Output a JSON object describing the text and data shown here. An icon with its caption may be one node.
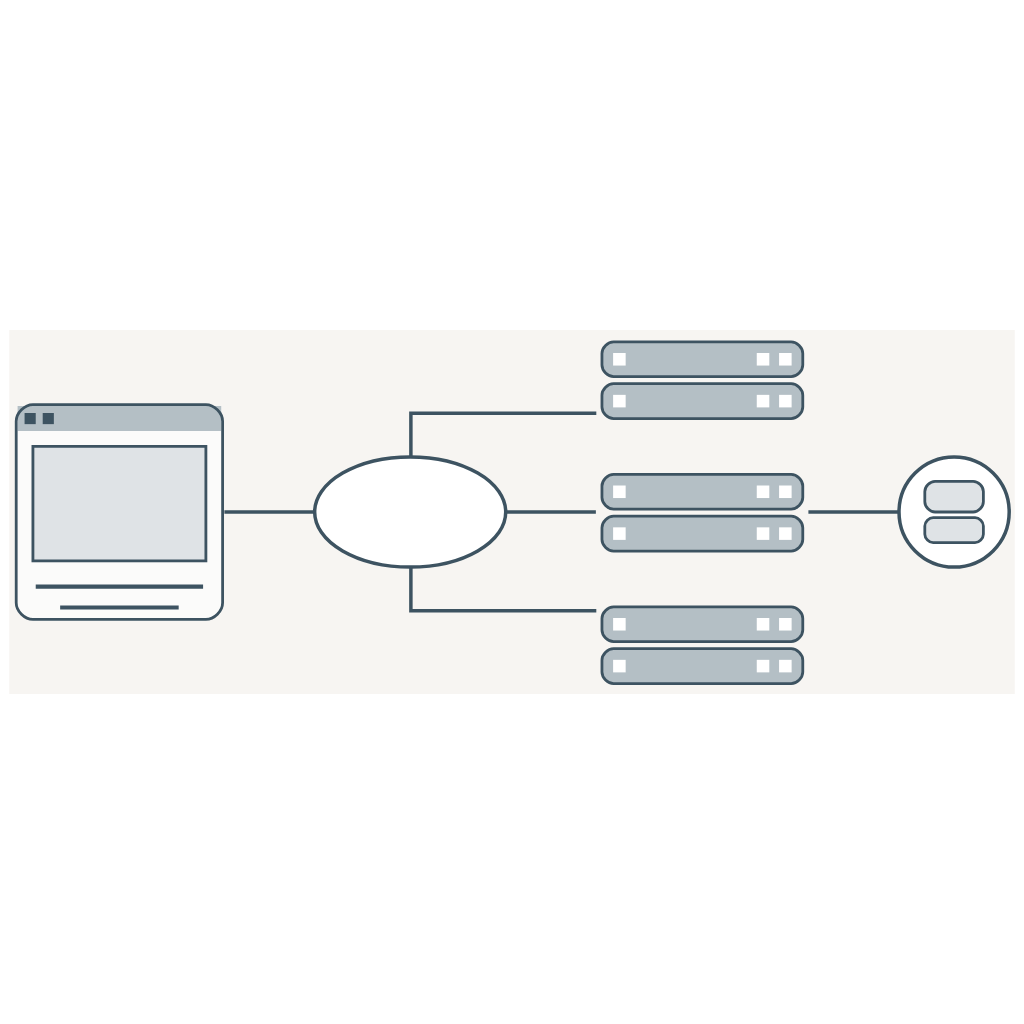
{
  "diagram": {
    "nodes": [
      {
        "text": [],
        "shape": "picture"
      },
      {
        "text": [],
        "shape": "cloud"
      },
      {
        "text": [],
        "shape": "picture"
      },
      {
        "text": [],
        "shape": "picture"
      },
      {
        "text": [],
        "shape": "picture"
      },
      {
        "text": [],
        "shape": "person"
      }
    ],
    "edges": [
      {
        "from": 0,
        "to": 1,
        "arrow": "none"
      },
      {
        "from": 1,
        "to": 2,
        "arrow": "none"
      },
      {
        "from": 1,
        "to": 3,
        "arrow": "none"
      },
      {
        "from": 1,
        "to": 4,
        "arrow": "none"
      },
      {
        "from": 3,
        "to": 5,
        "arrow": "none"
      }
    ]
  }
}
